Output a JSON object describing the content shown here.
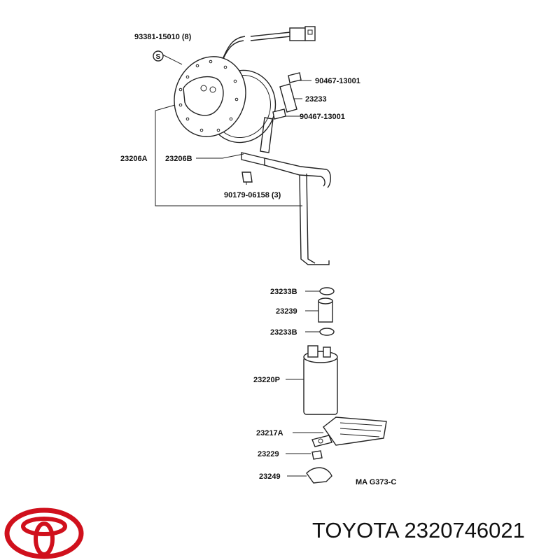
{
  "diagram": {
    "labels": {
      "screw": "93381-15010 (8)",
      "screw_symbol": "S",
      "clip_top": "90467-13001",
      "hose_top": "23233",
      "clip_bottom": "90467-13001",
      "plate_a": "23206A",
      "plate_b": "23206B",
      "nut": "90179-06158 (3)",
      "clamp_upper": "23233B",
      "hose_mid": "23239",
      "clamp_lower": "23233B",
      "pump": "23220P",
      "filter": "23217A",
      "small_part": "23229",
      "retainer": "23249",
      "figure_ref": "MA  G373-C"
    }
  },
  "footer": {
    "brand_text": "TOYOTA 2320746021",
    "logo_color": "#d0101c"
  }
}
